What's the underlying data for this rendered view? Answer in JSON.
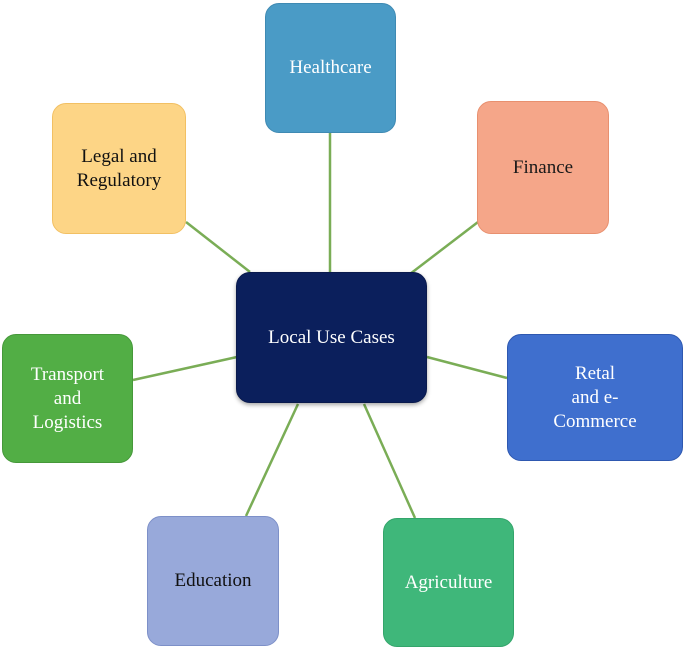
{
  "center": {
    "label": "Local Use Cases"
  },
  "nodes": [
    {
      "id": "healthcare",
      "label": "Healthcare",
      "fill": "#4a9bc6",
      "border": "#3f8ab3",
      "text": "#ffffff"
    },
    {
      "id": "finance",
      "label": "Finance",
      "fill": "#f5a689",
      "border": "#e8906f",
      "text": "#1a1a1a"
    },
    {
      "id": "retail",
      "label": "Retal\nand e-\nCommerce",
      "fill": "#3f6fce",
      "border": "#2e58b0",
      "text": "#ffffff"
    },
    {
      "id": "agriculture",
      "label": "Agriculture",
      "fill": "#3fb77a",
      "border": "#34a56b",
      "text": "#ffffff"
    },
    {
      "id": "education",
      "label": "Education",
      "fill": "#98a9da",
      "border": "#7d90c8",
      "text": "#111111"
    },
    {
      "id": "transport",
      "label": "Transport\nand\nLogistics",
      "fill": "#52ae45",
      "border": "#46983a",
      "text": "#ffffff"
    },
    {
      "id": "legal",
      "label": "Legal and\nRegulatory",
      "fill": "#fdd586",
      "border": "#f2c063",
      "text": "#111111"
    }
  ],
  "link_color": "#7aad56"
}
